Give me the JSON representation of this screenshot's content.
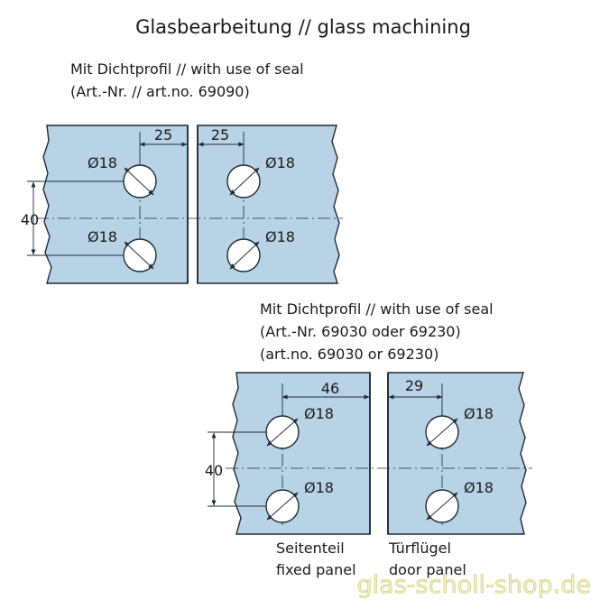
{
  "title": "Glasbearbeitung // glass machining",
  "section_top": {
    "line1": "Mit Dichtprofil // with use of seal",
    "line2": "(Art.-Nr. // art.no. 69090)",
    "left_offset": "25",
    "right_offset": "25",
    "spacing": "40",
    "diam_left_top": "Ø18",
    "diam_left_bottom": "Ø18",
    "diam_right_top": "Ø18",
    "diam_right_bottom": "Ø18"
  },
  "section_bottom": {
    "line1": "Mit Dichtprofil // with use of seal",
    "line2": "(Art.-Nr. 69030 oder 69230)",
    "line3": "(art.no.  69030 or 69230)",
    "left_offset": "46",
    "right_offset": "29",
    "spacing": "40",
    "diam_left_top": "Ø18",
    "diam_left_bottom": "Ø18",
    "diam_right_top": "Ø18",
    "diam_right_bottom": "Ø18",
    "fixed_de": "Seitenteil",
    "fixed_en": "fixed panel",
    "door_de": "Türflügel",
    "door_en": "door panel"
  },
  "watermark": "glas-scholl-shop.de"
}
